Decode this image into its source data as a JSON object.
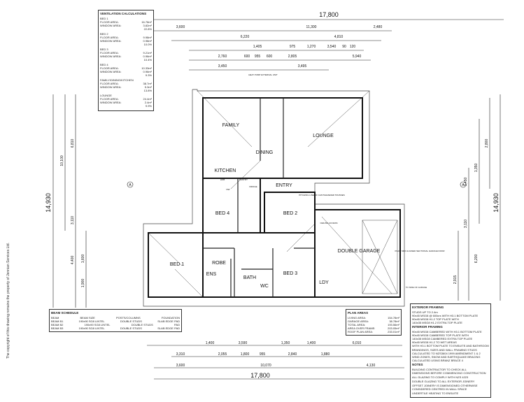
{
  "copyright": "The copyright of this drawing remains the property of Jennian Services Ltd.",
  "rooms": [
    "FAMILY",
    "LOUNGE",
    "DINING",
    "KITCHEN",
    "ENTRY",
    "BED 4",
    "BED 2",
    "BED 1",
    "ROBE",
    "ENS",
    "BATH",
    "WC",
    "BED 3",
    "LDY",
    "DOUBLE GARAGE"
  ],
  "dims_top": [
    "17,800",
    "3,600",
    "11,300",
    "2,480",
    "6,220",
    "4,810",
    "1,405",
    "975",
    "1,270",
    "3,540",
    "90",
    "120",
    "2,760",
    "600",
    "955",
    "600",
    "2,805",
    "5,940",
    "3,450",
    "3,495"
  ],
  "dims_bottom": [
    "1,400",
    "3,590",
    "1,350",
    "1,400",
    "6,010",
    "3,310",
    "2,055",
    "1,800",
    "955",
    "2,840",
    "1,880",
    "3,600",
    "10,070",
    "4,130",
    "17,800"
  ],
  "dims_left": [
    "14,930",
    "10,100",
    "6,810",
    "4,400",
    "3,110",
    "1,900",
    "1,600"
  ],
  "dims_right": [
    "14,930",
    "2,800",
    "1,350",
    "1,450",
    "3,110",
    "6,200",
    "2,915"
  ],
  "ventilation": {
    "title": "VENTILATION CALCULATIONS",
    "items": [
      {
        "name": "BED 1",
        "floor": "16.78m²",
        "window": "3.82m²",
        "pct": "22.8%"
      },
      {
        "name": "BED 2",
        "floor": "9.98m²",
        "window": "0.98m²",
        "pct": "10.0%"
      },
      {
        "name": "BED 3",
        "floor": "9.21m²",
        "window": "0.96m²",
        "pct": "10.4%"
      },
      {
        "name": "BED 4",
        "floor": "10.33m²",
        "window": "0.96m²",
        "pct": "9.3%"
      },
      {
        "name": "FAMILY/DINING/KITCHEN",
        "floor": "38.7m²",
        "window": "5.3m²",
        "pct": "13.8%"
      },
      {
        "name": "LOUNGE",
        "floor": "24.4m²",
        "window": "2.4m²",
        "pct": "9.9%"
      }
    ],
    "floor_label": "FLOOR AREA:",
    "window_label": "WINDOW AREA:"
  },
  "beam_schedule": {
    "title": "BEAM SCHEDULE",
    "headers": [
      "BEAM",
      "BEAM SIZE",
      "POSTS/COLUMNS",
      "FOUNDATION"
    ],
    "rows": [
      [
        "BEAM B1",
        "190x90 SG8 LINTEL",
        "DOUBLE STUDS",
        "SLAB EDGE PAD"
      ],
      [
        "BEAM B2",
        "190x90 SG8 LINTEL",
        "DOUBLE STUDS",
        "PAD"
      ],
      [
        "BEAM B3",
        "190x90 SG8 LINTEL",
        "DOUBLE STUDS",
        "SLAB EDGE PAD"
      ]
    ]
  },
  "plan_areas": {
    "title": "PLAN AREAS",
    "rows": [
      [
        "LIVING AREA:",
        "154.78m²"
      ],
      [
        "GARAGE AREA:",
        "38.78m²"
      ],
      [
        "TOTAL AREA:",
        "193.56m²"
      ],
      [
        "AREA OVER FRAME:",
        "203.05m²"
      ],
      [
        "ROOF PLAN AREA:",
        "233.01m²"
      ]
    ]
  },
  "notes": {
    "sections": [
      {
        "title": "EXTERIOR FRAMING",
        "lines": [
          "STUDS UP TO 2.4m",
          "90x45 MSG8 @ 600crs WITH H3.1 BOTTOM PLATE",
          "90x45 MSG8 H1.2 TOP PLATE WITH",
          "140x35 MSG8 H1.2 EXTRA TOP PLATE"
        ]
      },
      {
        "title": "INTERIOR FRAMING",
        "lines": [
          "90x45 MSG8 CAMBERED WITH H3.1 BOTTOM PLATE",
          "90x45 MSG8 CAMBERED TOP PLATE WITH",
          "140x35 MSG8 CAMBERED EXTRA TOP PLATE",
          "90x45 MSG8 H1.2 TO WET AREAS",
          "WITH H3.1 BOTTOM PLATE TO ENSUITE AND BATHROOM"
        ]
      },
      {
        "title": "",
        "lines": [
          "BRANDINGS, SIZES AND WALL FRAMING STUDS",
          "CALCULATED TO NZS3604 1999 AMENDMENT 1 & 2",
          "WIND ZONES, SNOW AND EARTHQUAKE BRACING",
          "CALCULATED USING BRANZ BRACE 4"
        ]
      },
      {
        "title": "NOTES",
        "lines": [
          "BUILDING CONTRACTOR TO CHECK ALL",
          "DIMENSIONS BEFORE COMMENCING CONSTRUCTION"
        ]
      },
      {
        "title": "",
        "lines": [
          "ALL GLAZING TO COMPLY WITH NZS 4223"
        ]
      },
      {
        "title": "",
        "lines": [
          "DOUBLE GLAZING TO ALL EXTERIOR JOINERY"
        ]
      },
      {
        "title": "",
        "lines": [
          "OFFSET JOINERY IS DIMENSIONED OTHERWISE",
          "CONSIDERED CENTRED IN WALL SPACE"
        ]
      },
      {
        "title": "",
        "lines": [
          "UNDERTILE HEATING TO ENSUITE"
        ]
      }
    ]
  },
  "annotations": [
    "HEAT PUMP EXTERNAL UNIT",
    "HOB",
    "PANTRY",
    "FRIDGE",
    "DW",
    "CEILING ACCESS",
    "PITCHING LINE OF CANTILEVERED TRUSSES",
    "PLAIN MDF ALIGNED SECTIONAL GARAGE DOOR",
    "TO SIDE OF GARAGE"
  ],
  "grid_marker": "A"
}
